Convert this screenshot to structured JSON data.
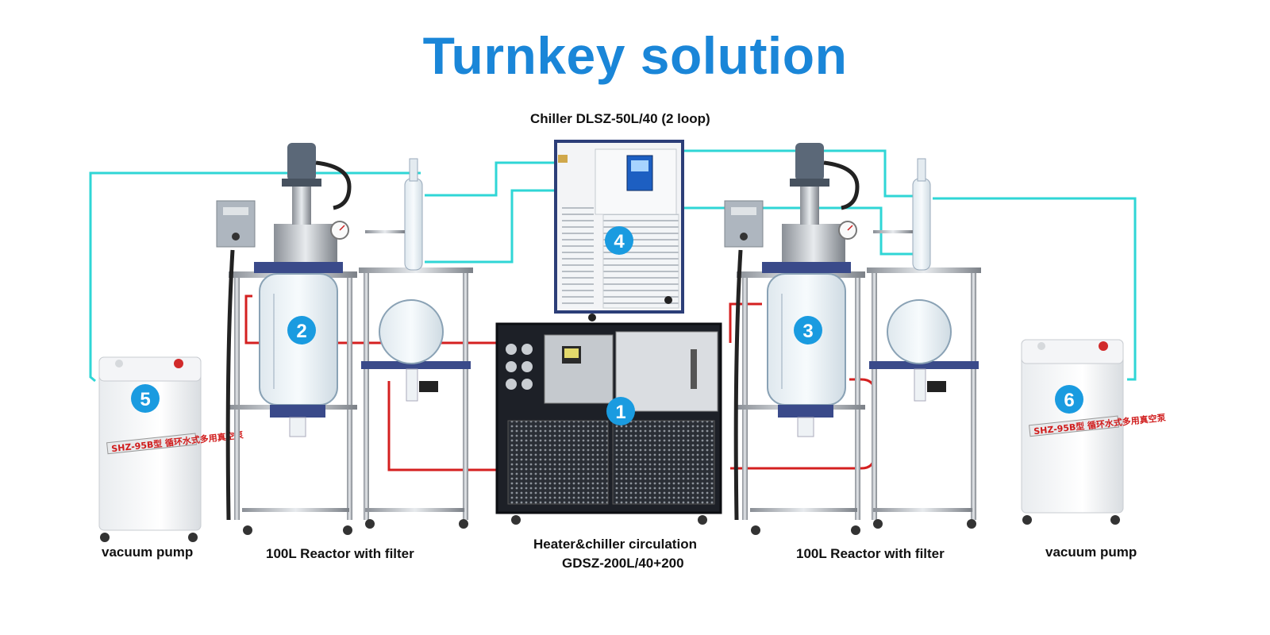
{
  "title": "Turnkey solution",
  "labels": {
    "chiller": "Chiller DLSZ-50L/40 (2 loop)",
    "vacuum_left": "vacuum pump",
    "reactor_left": "100L Reactor with filter",
    "circulation_line1": "Heater&chiller circulation",
    "circulation_line2": "GDSZ-200L/40+200",
    "reactor_right": "100L Reactor with filter",
    "vacuum_right": "vacuum pump"
  },
  "badges": {
    "b1": "1",
    "b2": "2",
    "b3": "3",
    "b4": "4",
    "b5": "5",
    "b6": "6"
  },
  "pump_plates": {
    "left": "SHZ-95B型 循环水式多用真空泵",
    "right": "SHZ-95B型 循环水式多用真空泵"
  },
  "colors": {
    "title": "#1a86d8",
    "cooling_line": "#2fd6d6",
    "heating_line": "#d42020",
    "badge": "#1a9be0"
  }
}
